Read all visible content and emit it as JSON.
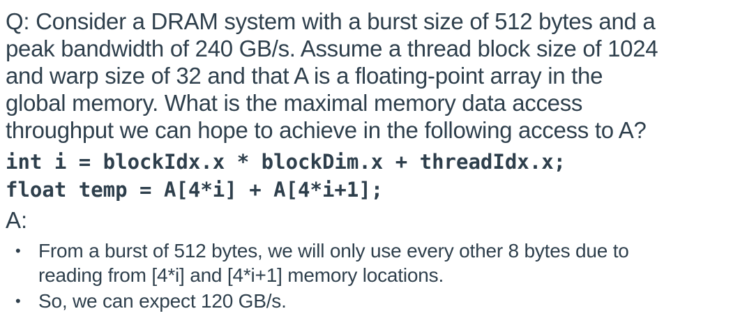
{
  "colors": {
    "background": "#ffffff",
    "text": "#2e3f4c"
  },
  "question": {
    "lines": [
      "Q: Consider a DRAM system with a burst size of 512 bytes and a",
      "peak bandwidth of 240 GB/s. Assume a thread block size of 1024",
      "and warp size of 32 and that A is a floating-point array in the",
      "global memory. What is the maximal memory data access",
      "throughput we can hope to achieve in the following access to A?"
    ]
  },
  "code": {
    "lines": [
      "int i = blockIdx.x * blockDim.x + threadIdx.x;",
      "float temp = A[4*i] + A[4*i+1];"
    ]
  },
  "answer": {
    "label": "A:",
    "bullet_marker": "•",
    "bullets": [
      {
        "lines": [
          "From a burst of 512 bytes, we will only use every other 8 bytes due to",
          "reading from [4*i] and [4*i+1] memory locations."
        ]
      },
      {
        "lines": [
          "So, we can expect 120 GB/s."
        ]
      }
    ]
  }
}
